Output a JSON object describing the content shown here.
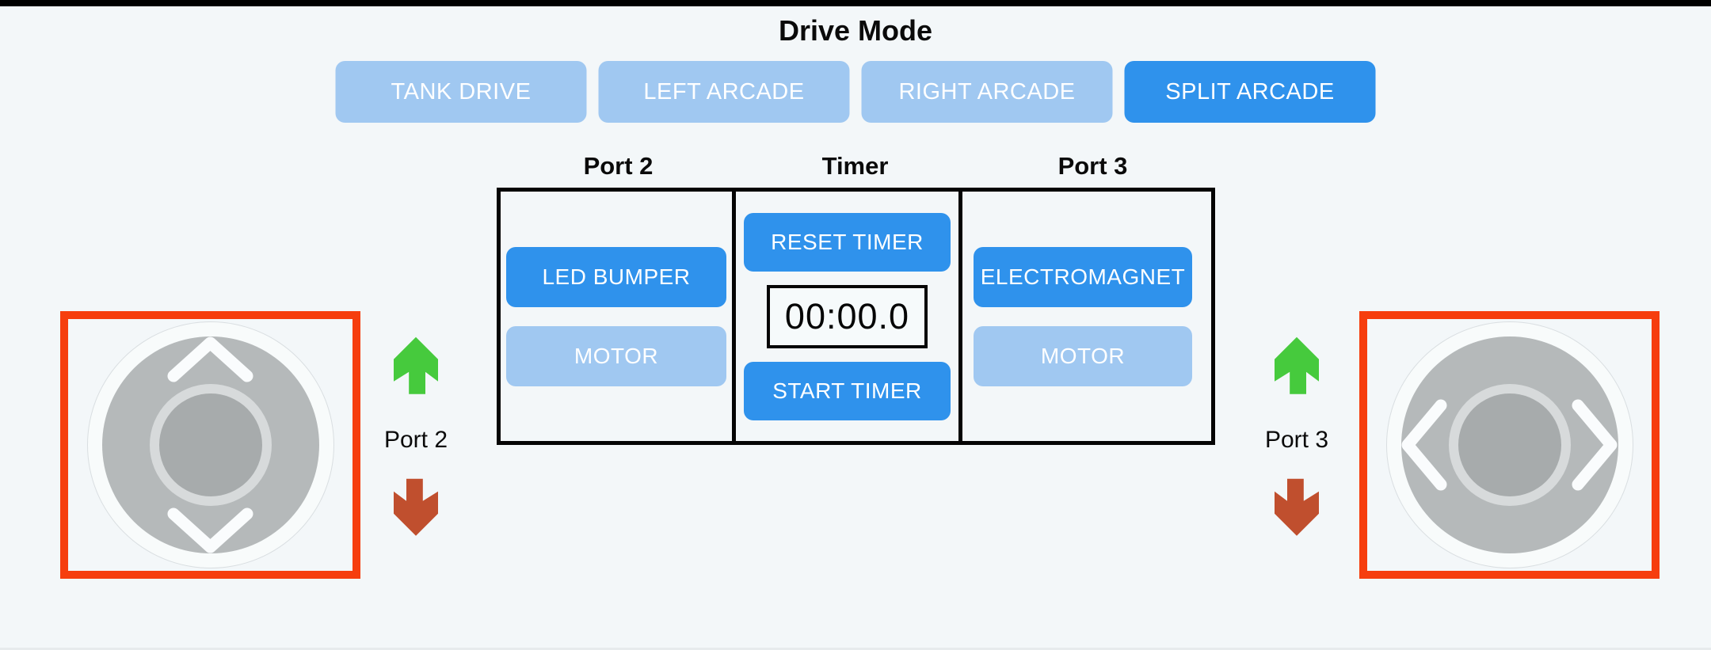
{
  "drive_mode": {
    "title": "Drive Mode",
    "buttons": [
      {
        "label": "TANK DRIVE",
        "active": false
      },
      {
        "label": "LEFT ARCADE",
        "active": false
      },
      {
        "label": "RIGHT ARCADE",
        "active": false
      },
      {
        "label": "SPLIT ARCADE",
        "active": true
      }
    ]
  },
  "control_table": {
    "port2": {
      "header": "Port 2",
      "button1": {
        "label": "LED BUMPER",
        "active": true
      },
      "button2": {
        "label": "MOTOR",
        "active": false
      }
    },
    "timer": {
      "header": "Timer",
      "reset": {
        "label": "RESET TIMER",
        "active": true
      },
      "display": "00:00.0",
      "start": {
        "label": "START TIMER",
        "active": true
      }
    },
    "port3": {
      "header": "Port 3",
      "button1": {
        "label": "ELECTROMAGNET",
        "active": true
      },
      "button2": {
        "label": "MOTOR",
        "active": false
      }
    }
  },
  "left_indicator": {
    "label": "Port 2",
    "up_icon": "green-up-arrow",
    "down_icon": "red-down-arrow"
  },
  "right_indicator": {
    "label": "Port 3",
    "up_icon": "green-up-arrow",
    "down_icon": "red-down-arrow"
  },
  "left_joystick": {
    "axis": "vertical",
    "chevrons": [
      "up",
      "down"
    ]
  },
  "right_joystick": {
    "axis": "horizontal",
    "chevrons": [
      "left",
      "right"
    ]
  },
  "colors": {
    "background": "#F3F7F9",
    "top_bar": "#000000",
    "button_active_blue": "#2F92EC",
    "button_inactive_blue": "#A0C8F1",
    "joystick_zone_red": "#F63E0E",
    "arrow_green": "#46CA3D",
    "arrow_red": "#C04F2E",
    "table_border": "#050505"
  }
}
